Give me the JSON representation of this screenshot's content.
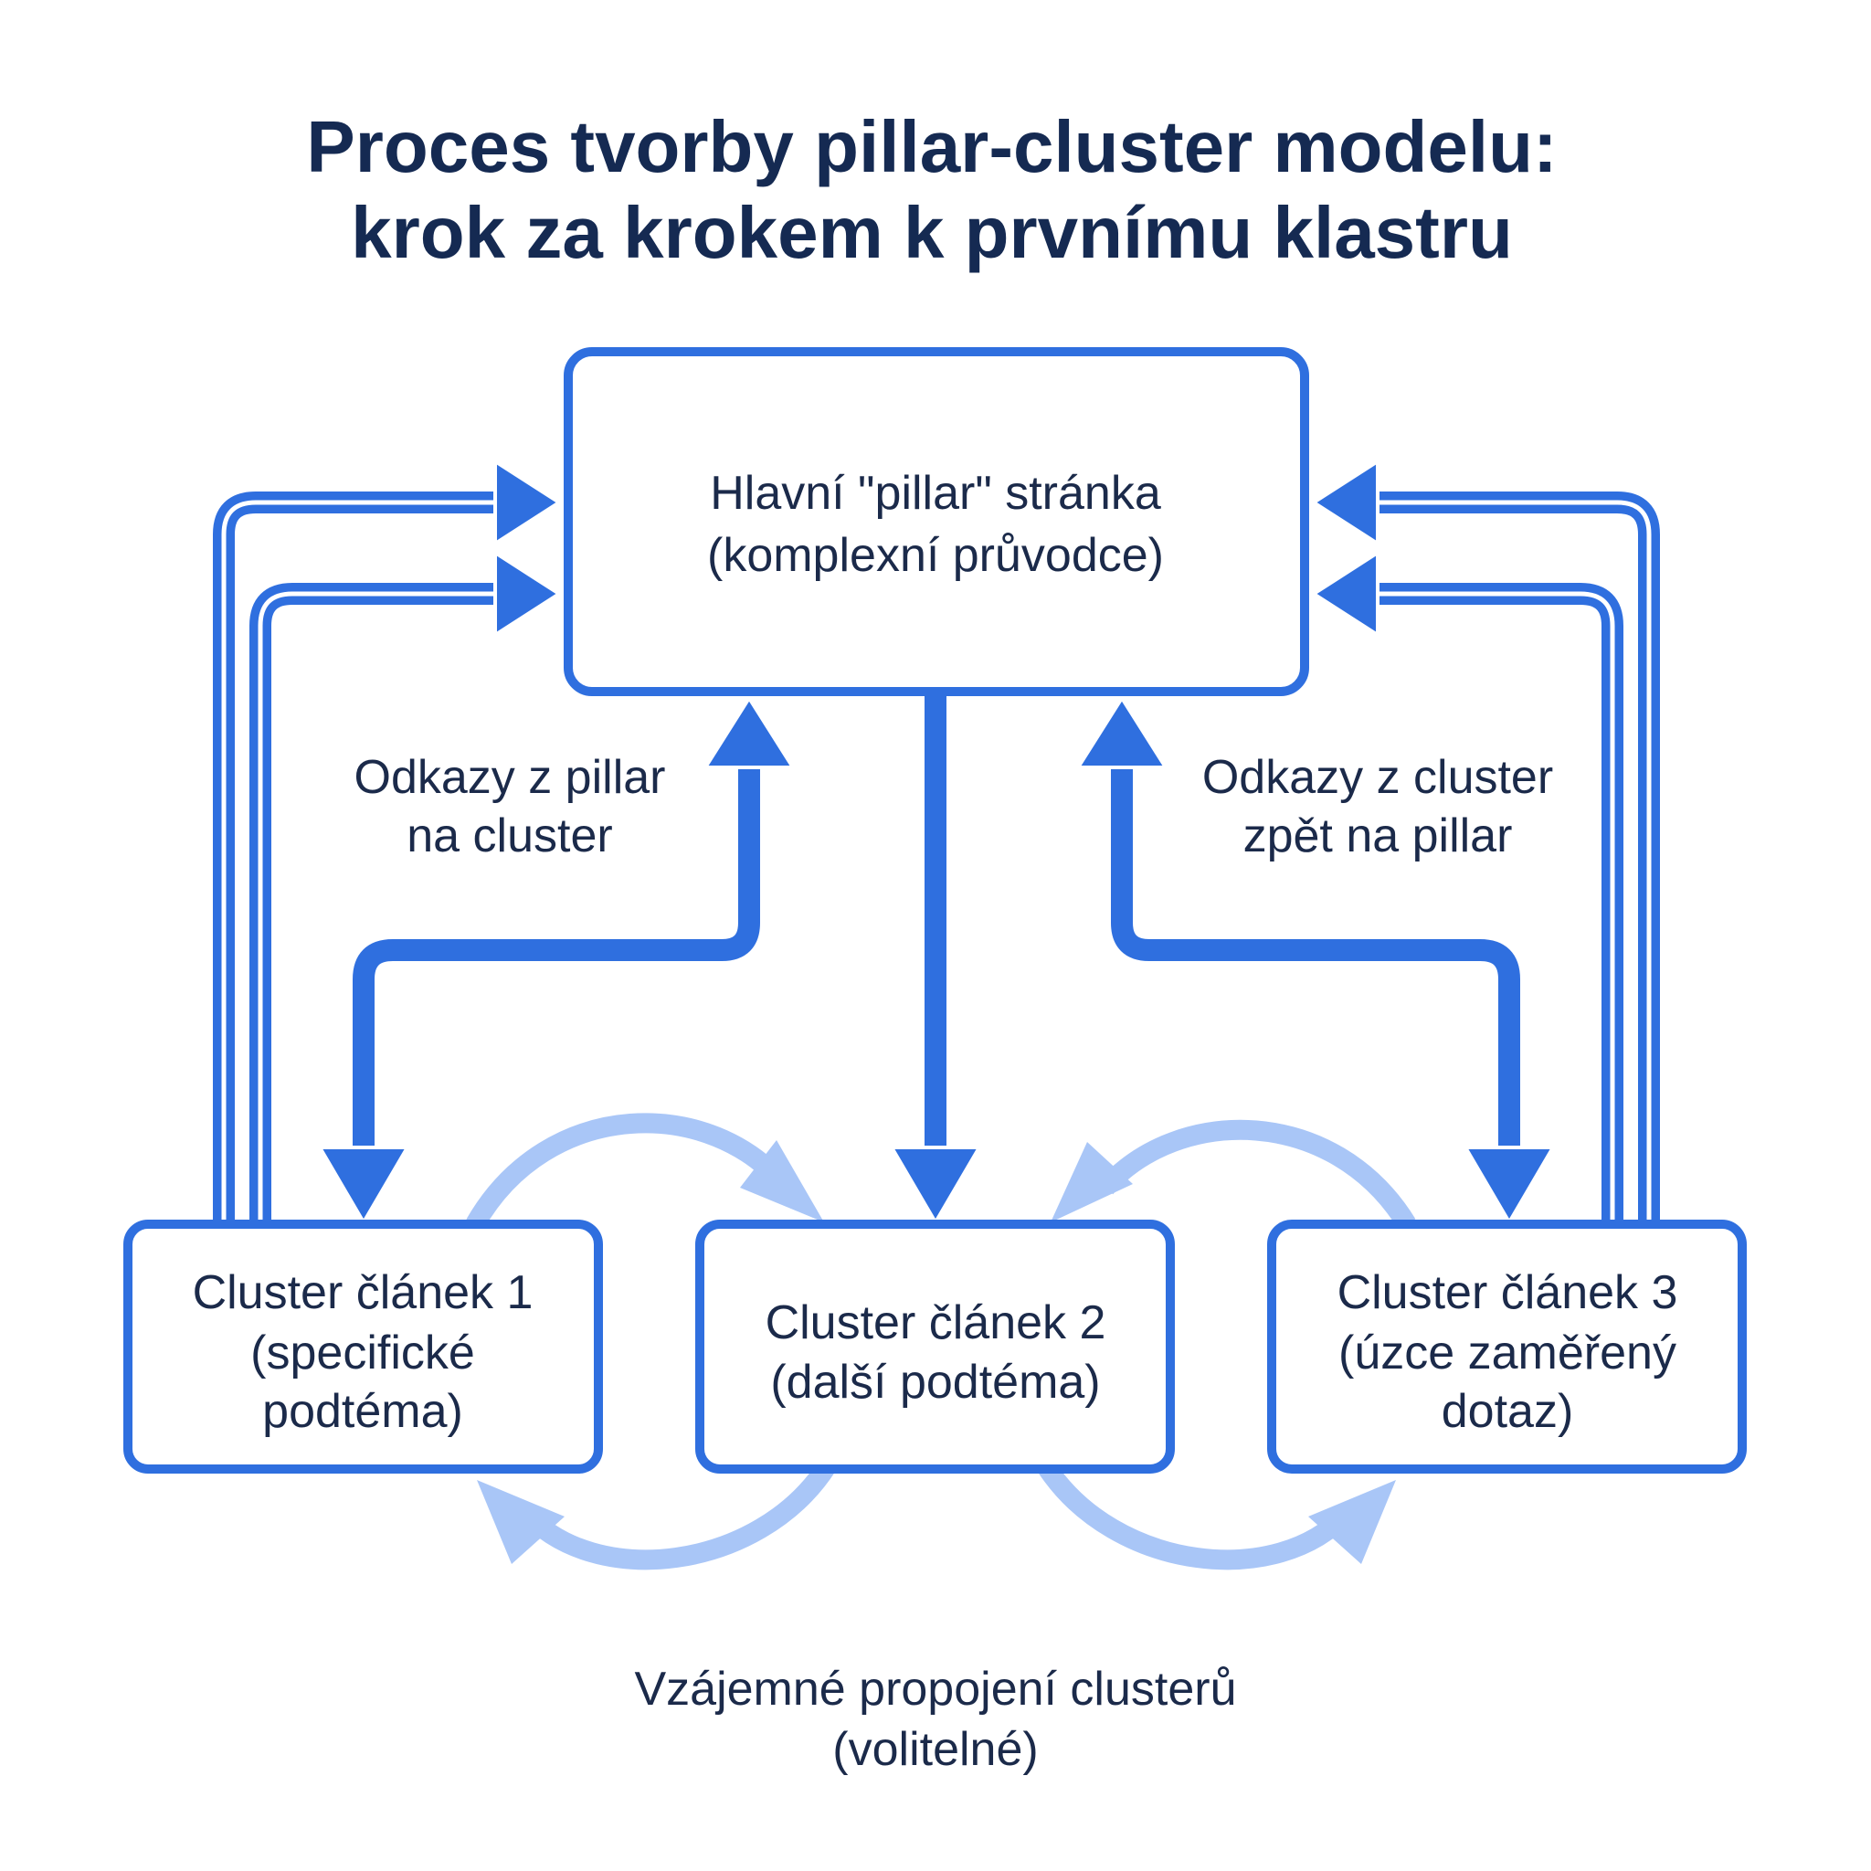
{
  "title": {
    "line1": "Proces tvorby pillar-cluster modelu:",
    "line2": "krok za krokem k prvnímu klastru"
  },
  "pillar": {
    "line1": "Hlavní \"pillar\" stránka",
    "line2": "(komplexní průvodce)"
  },
  "clusters": [
    {
      "line1": "Cluster článek 1",
      "line2": "(specifické",
      "line3": "podtéma)"
    },
    {
      "line1": "Cluster článek 2",
      "line2": "(další podtéma)"
    },
    {
      "line1": "Cluster článek 3",
      "line2": "(úzce zaměřený",
      "line3": "dotaz)"
    }
  ],
  "labels": {
    "pillar_to_cluster": {
      "line1": "Odkazy z pillar",
      "line2": "na cluster"
    },
    "cluster_to_pillar": {
      "line1": "Odkazy z cluster",
      "line2": "zpět na pillar"
    },
    "interlinking": {
      "line1": "Vzájemné propojení clusterů",
      "line2": "(volitelné)"
    }
  },
  "colors": {
    "accent": "#2f6fdf",
    "soft_accent": "#a9c6f7",
    "text": "#1b2a4a",
    "title": "#152a52"
  }
}
